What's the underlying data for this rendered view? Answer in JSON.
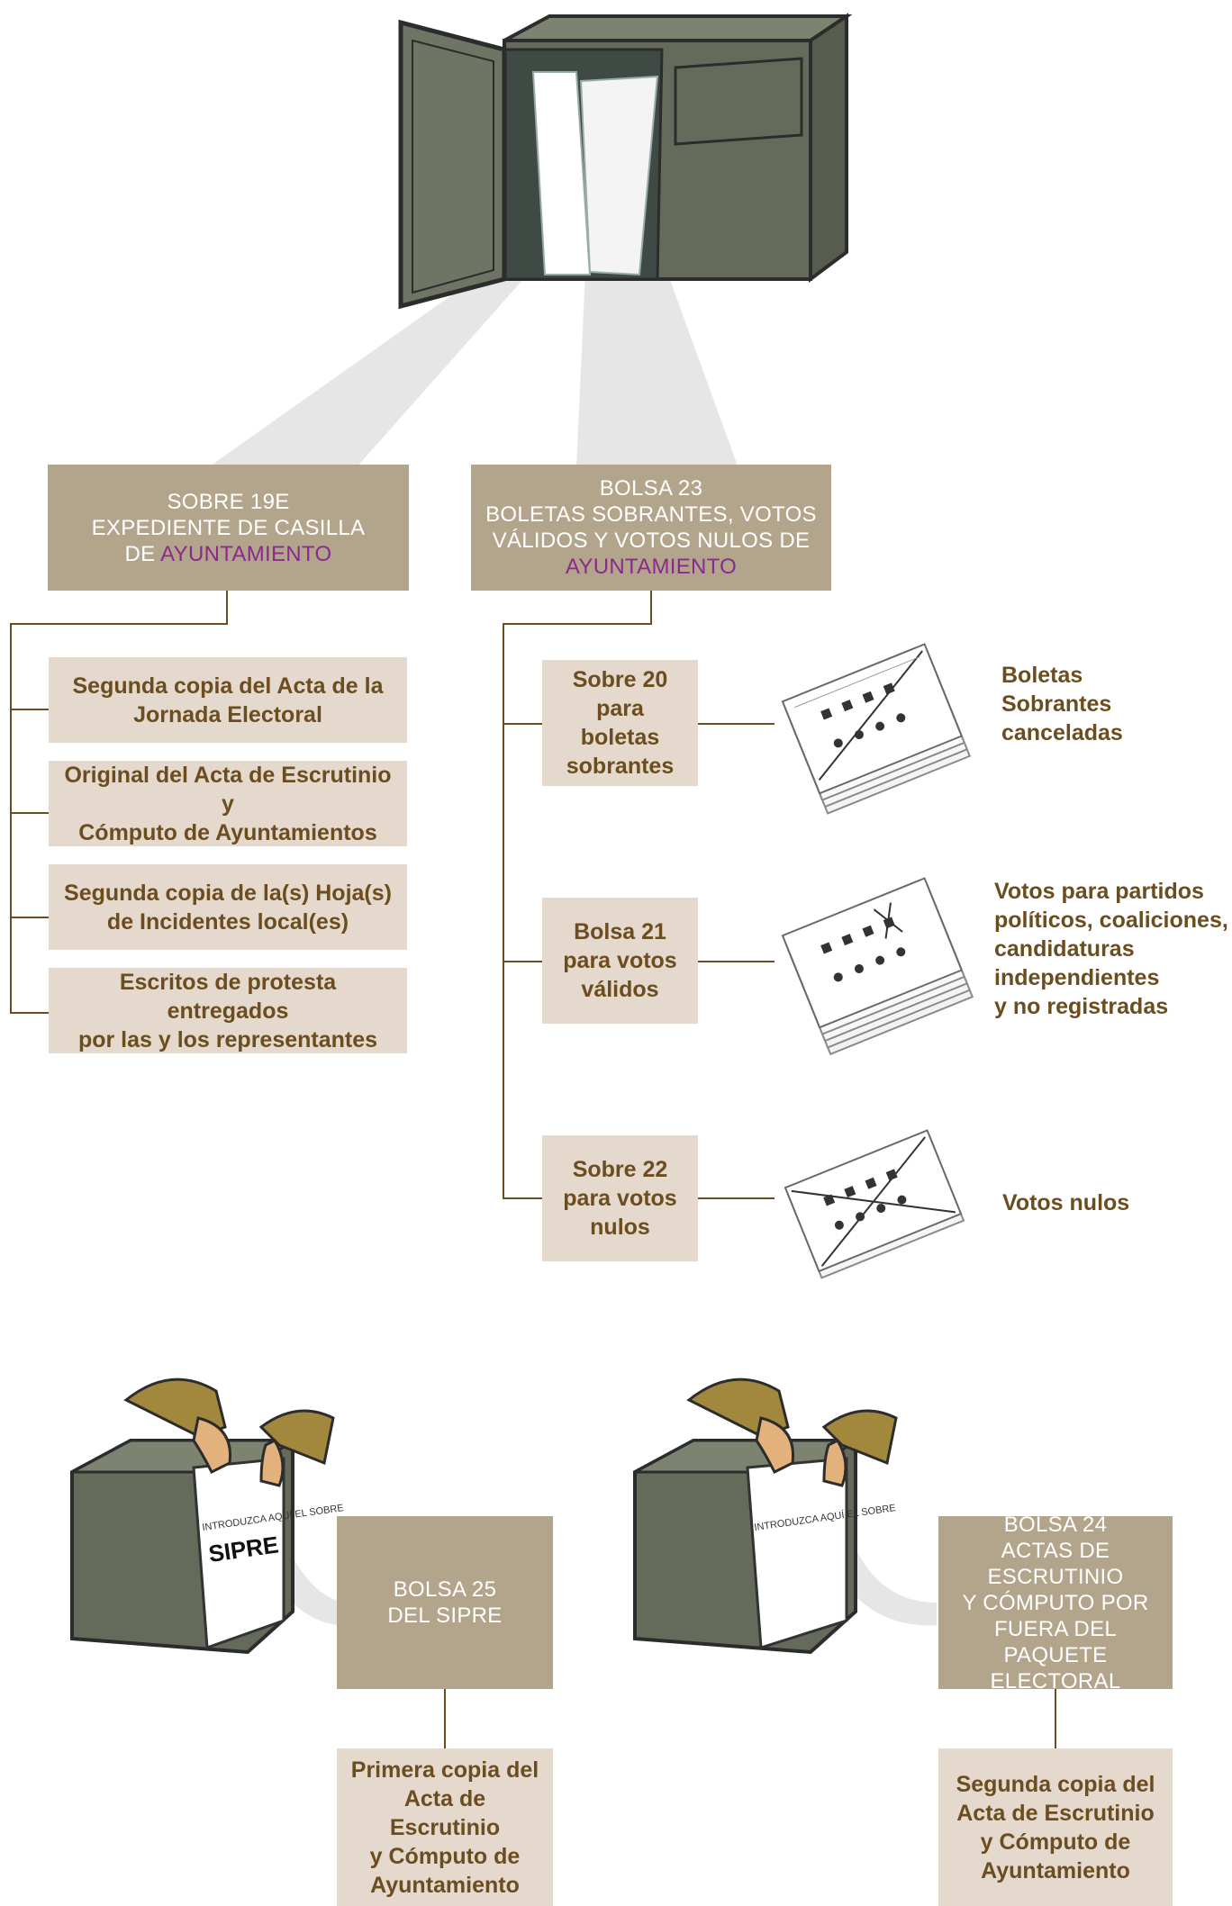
{
  "top_section": {
    "sobre19": {
      "line1": "SOBRE 19E",
      "line2": "EXPEDIENTE DE CASILLA",
      "line3_prefix": "DE ",
      "line3_highlight": "AYUNTAMIENTO",
      "items": [
        "Segunda copia del Acta de la\nJornada Electoral",
        "Original del Acta de Escrutinio y\nCómputo de Ayuntamientos",
        "Segunda copia de la(s) Hoja(s)\nde Incidentes local(es)",
        "Escritos de protesta entregados\npor las y los representantes"
      ]
    },
    "bolsa23": {
      "text": "BOLSA 23\nBOLETAS SOBRANTES, VOTOS\nVÁLIDOS Y VOTOS NULOS DE",
      "highlight": "AYUNTAMIENTO",
      "items": [
        {
          "box": "Sobre 20\npara boletas\nsobrantes",
          "label": "Boletas\nSobrantes\ncanceladas"
        },
        {
          "box": "Bolsa 21\npara votos\nválidos",
          "label": "Votos para partidos\npolíticos, coaliciones,\ncandidaturas\nindependientes\ny no registradas"
        },
        {
          "box": "Sobre 22\npara votos\nnulos",
          "label": "Votos nulos"
        }
      ]
    }
  },
  "bottom_section": {
    "bolsa25": {
      "header": "BOLSA 25\nDEL SIPRE",
      "item": "Primera copia del\nActa de Escrutinio\ny Cómputo de\nAyuntamiento",
      "box_label_small": "INTRODUZCA AQUÍ EL SOBRE",
      "box_label_big": "SIPRE"
    },
    "bolsa24": {
      "header": "BOLSA 24\nACTAS DE ESCRUTINIO\nY CÓMPUTO POR\nFUERA DEL PAQUETE\nELECTORAL",
      "item": "Segunda copia del\nActa de Escrutinio\ny Cómputo de\nAyuntamiento",
      "box_label_small": "INTRODUZCA AQUÍ EL SOBRE"
    }
  },
  "colors": {
    "header_bg": "#b3a58c",
    "item_bg": "#e5d9cd",
    "text_brown": "#6b4d1f",
    "highlight_purple": "#8a2a8c",
    "box_green": "#646b5a"
  },
  "icons": [
    "ballot-box-open-icon",
    "ballot-stack-icon",
    "hands-icon",
    "ballot-box-icon"
  ]
}
